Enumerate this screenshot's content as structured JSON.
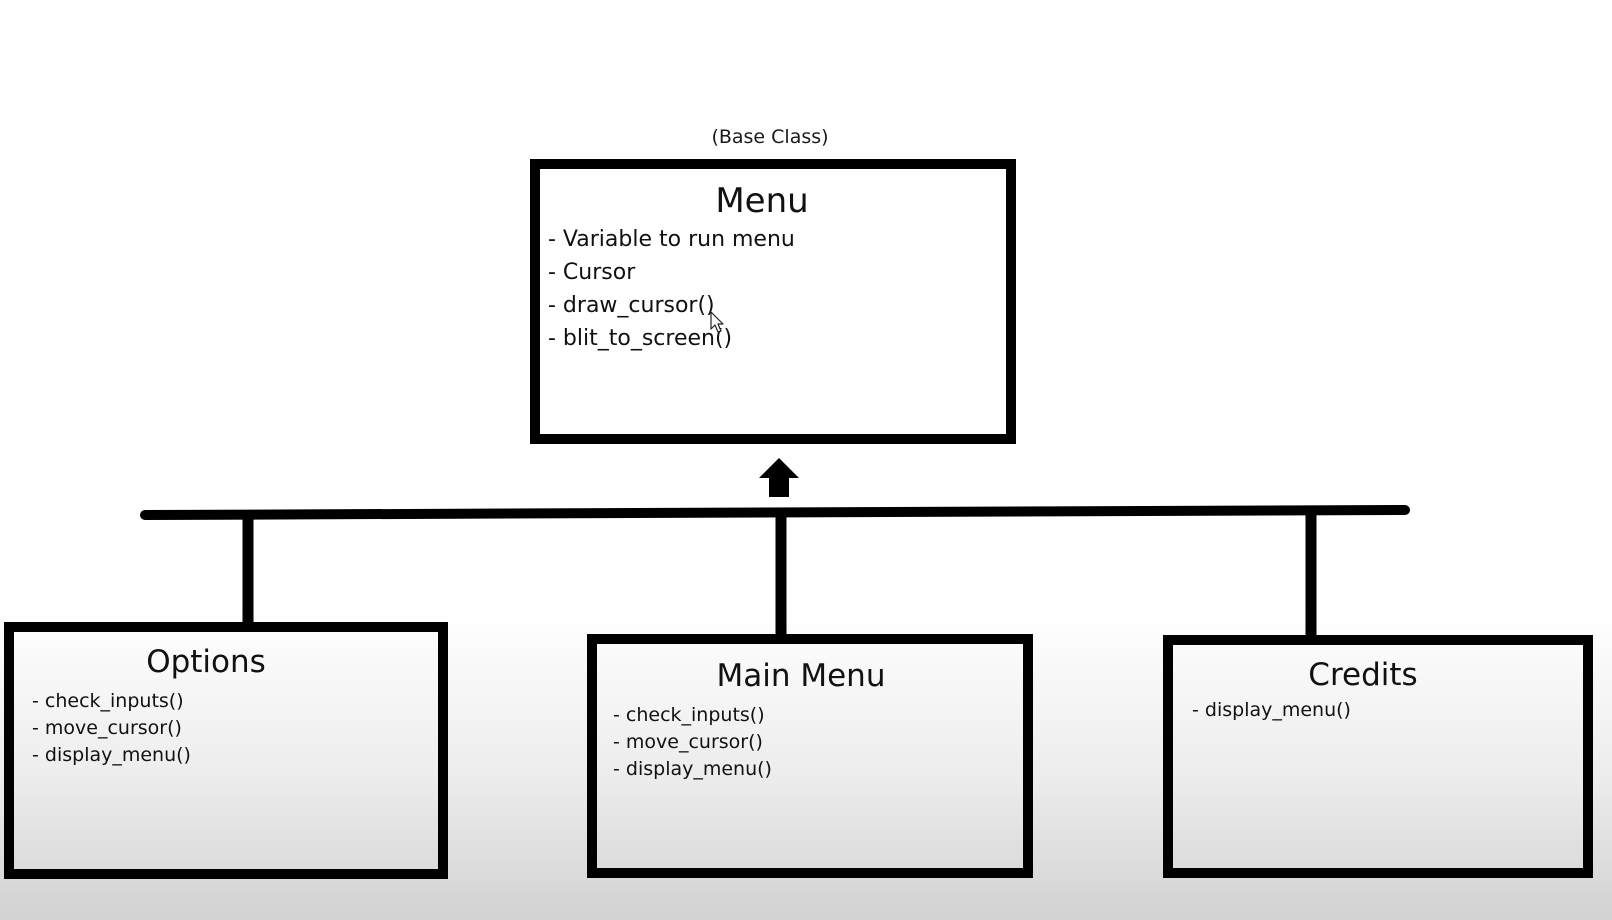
{
  "diagram": {
    "base_label": "(Base Class)",
    "base": {
      "title": "Menu",
      "items": [
        "- Variable to run menu",
        "- Cursor",
        "- draw_cursor()",
        "- blit_to_screen()"
      ]
    },
    "children": {
      "options": {
        "title": "Options",
        "items": [
          "- check_inputs()",
          "- move_cursor()",
          "- display_menu()"
        ]
      },
      "main_menu": {
        "title": "Main Menu",
        "items": [
          "- check_inputs()",
          "- move_cursor()",
          "- display_menu()"
        ]
      },
      "credits": {
        "title": "Credits",
        "items": [
          "- display_menu()"
        ]
      }
    },
    "edges": [
      {
        "from": "Options",
        "to": "Menu",
        "type": "inheritance"
      },
      {
        "from": "Main Menu",
        "to": "Menu",
        "type": "inheritance"
      },
      {
        "from": "Credits",
        "to": "Menu",
        "type": "inheritance"
      }
    ]
  },
  "icons": {
    "inheritance_arrow": "arrow-up-icon",
    "mouse_pointer": "mouse-pointer-icon"
  },
  "colors": {
    "stroke": "#000000",
    "background_top": "#ffffff",
    "background_bottom": "#d2d2d2"
  }
}
